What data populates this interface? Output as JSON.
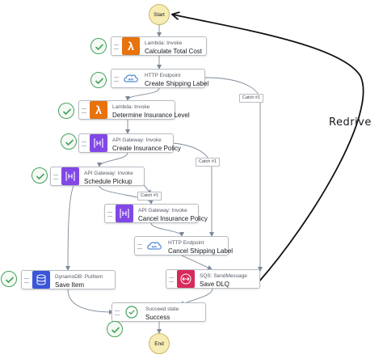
{
  "terminals": {
    "start": "Start",
    "end": "End"
  },
  "states": {
    "calc": {
      "service": "Lambda: Invoke",
      "name": "Calculate Total Cost",
      "icon": "lambda-icon"
    },
    "ship": {
      "service": "HTTP Endpoint",
      "name": "Create Shipping Label",
      "icon": "api-cloud-icon"
    },
    "insurance": {
      "service": "Lambda: Invoke",
      "name": "Determine Insurance Level",
      "icon": "lambda-icon"
    },
    "policy": {
      "service": "API Gateway: Invoke",
      "name": "Create Insurance Policy",
      "icon": "api-gateway-icon"
    },
    "pickup": {
      "service": "API Gateway: Invoke",
      "name": "Schedule Pickup",
      "icon": "api-gateway-icon"
    },
    "cancelins": {
      "service": "API Gateway: Invoke",
      "name": "Cancel Insurance Policy",
      "icon": "api-gateway-icon"
    },
    "cancelship": {
      "service": "HTTP Endpoint",
      "name": "Cancel Shipping Label",
      "icon": "api-cloud-icon"
    },
    "save": {
      "service": "DynamoDB: PutItem",
      "name": "Save Item",
      "icon": "dynamodb-icon"
    },
    "dlq": {
      "service": "SQS: SendMessage",
      "name": "Save DLQ",
      "icon": "sqs-icon"
    },
    "success": {
      "service": "Succeed state",
      "name": "Success",
      "icon": "succeed-check-icon"
    }
  },
  "catch_labels": {
    "ship": "Catch #1",
    "policy": "Catch #1",
    "pickup": "Catch #1"
  },
  "annotation": "Redrive",
  "colors": {
    "success_badge": "#45a15e",
    "lambda": "#e8720c",
    "api_gateway": "#8148e6",
    "dynamodb": "#3a56d9",
    "sqs": "#d8295b",
    "terminal": "#f6ecb4",
    "edge": "#7d8998"
  }
}
